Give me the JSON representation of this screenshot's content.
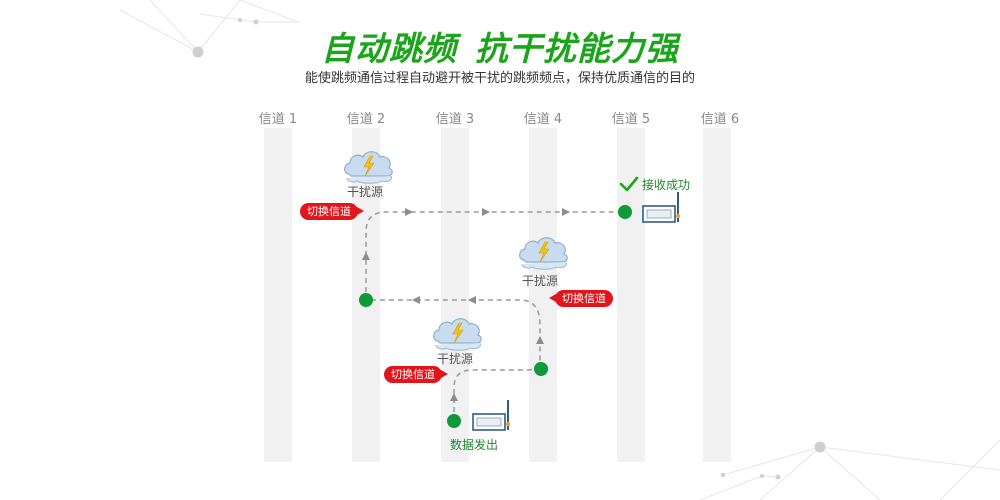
{
  "header": {
    "title_part1": "自动跳频",
    "title_part2": "抗干扰能力强",
    "subtitle": "能使跳频通信过程自动避开被干扰的跳频频点，保持优质通信的目的"
  },
  "channels": [
    "信道 1",
    "信道 2",
    "信道 3",
    "信道 4",
    "信道 5",
    "信道 6"
  ],
  "interference_label": "干扰源",
  "switch_channel_label": "切换信道",
  "success_label": "接收成功",
  "data_send_label": "数据发出",
  "colors": {
    "title_green": "#1aa51a",
    "node_green": "#0e9a3a",
    "tag_red": "#e1161d",
    "path_gray": "#9a9a9a",
    "column_gray": "#f1f1f1"
  },
  "icons": [
    "cloud-lightning-icon",
    "radio-device-icon",
    "check-icon"
  ]
}
